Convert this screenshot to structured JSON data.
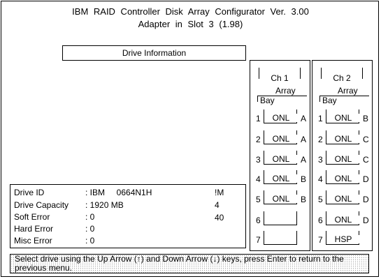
{
  "header": {
    "title": "IBM  RAID  Controller Disk Array Configurator  Ver.  3.00",
    "subtitle": "Adapter  in  Slot 3  (1.98)"
  },
  "drive_info": {
    "header": "Drive Information",
    "rows": [
      {
        "label": "Drive ID",
        "value": ": IBM     0664N1H",
        "extra": "!M 4 40"
      },
      {
        "label": "Drive Capacity",
        "value": ": 1920 MB",
        "extra": ""
      },
      {
        "label": "Soft Error",
        "value": ": 0",
        "extra": ""
      },
      {
        "label": "Hard Error",
        "value": ": 0",
        "extra": ""
      },
      {
        "label": "Misc Error",
        "value": ": 0",
        "extra": ""
      }
    ]
  },
  "channels": [
    {
      "label": "Ch  1",
      "array_label": "Array",
      "bay_label": "Bay",
      "slots": [
        {
          "num": "1",
          "status": "ONL",
          "array": "A"
        },
        {
          "num": "2",
          "status": "ONL",
          "array": "A"
        },
        {
          "num": "3",
          "status": "ONL",
          "array": "A"
        },
        {
          "num": "4",
          "status": "ONL",
          "array": "B"
        },
        {
          "num": "5",
          "status": "ONL",
          "array": "B"
        },
        {
          "num": "6",
          "status": "",
          "array": ""
        },
        {
          "num": "7",
          "status": "",
          "array": ""
        }
      ]
    },
    {
      "label": "Ch  2",
      "array_label": "Array",
      "bay_label": "Bay",
      "slots": [
        {
          "num": "1",
          "status": "ONL",
          "array": "B"
        },
        {
          "num": "2",
          "status": "ONL",
          "array": "C"
        },
        {
          "num": "3",
          "status": "ONL",
          "array": "C"
        },
        {
          "num": "4",
          "status": "ONL",
          "array": "D"
        },
        {
          "num": "5",
          "status": "ONL",
          "array": "D"
        },
        {
          "num": "6",
          "status": "ONL",
          "array": "D"
        },
        {
          "num": "7",
          "status": "HSP",
          "array": ""
        }
      ]
    }
  ],
  "status_bar": {
    "text": "Select drive using the Up Arrow (↑) and Down Arrow (↓) keys, press Enter to return to the previous menu."
  }
}
